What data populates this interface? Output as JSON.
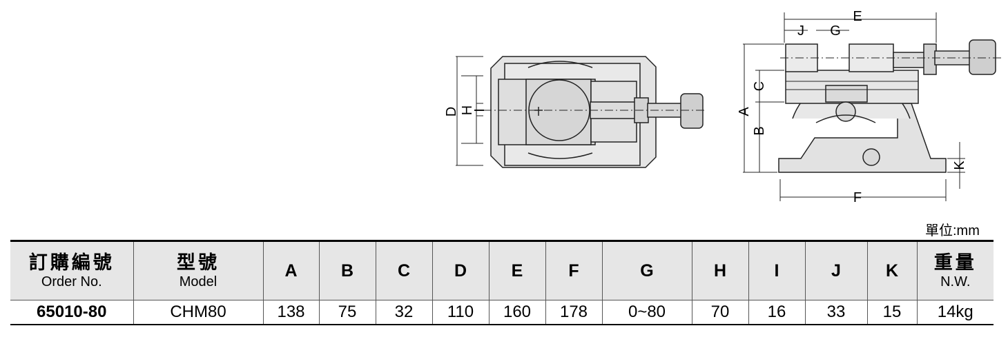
{
  "dimension_labels": {
    "top_view": [
      "D",
      "H",
      "I"
    ],
    "side_view": [
      "E",
      "J",
      "G",
      "A",
      "C",
      "B",
      "K",
      "F"
    ]
  },
  "unit_note": "單位:mm",
  "table": {
    "header": {
      "order_zh": "訂購編號",
      "order_en": "Order No.",
      "model_zh": "型號",
      "model_en": "Model",
      "dims": [
        "A",
        "B",
        "C",
        "D",
        "E",
        "F",
        "G",
        "H",
        "I",
        "J",
        "K"
      ],
      "weight_zh": "重量",
      "weight_en": "N.W."
    },
    "row": {
      "order_no": "65010-80",
      "model": "CHM80",
      "values": [
        "138",
        "75",
        "32",
        "110",
        "160",
        "178",
        "0~80",
        "70",
        "16",
        "33",
        "15"
      ],
      "weight": "14kg"
    }
  }
}
